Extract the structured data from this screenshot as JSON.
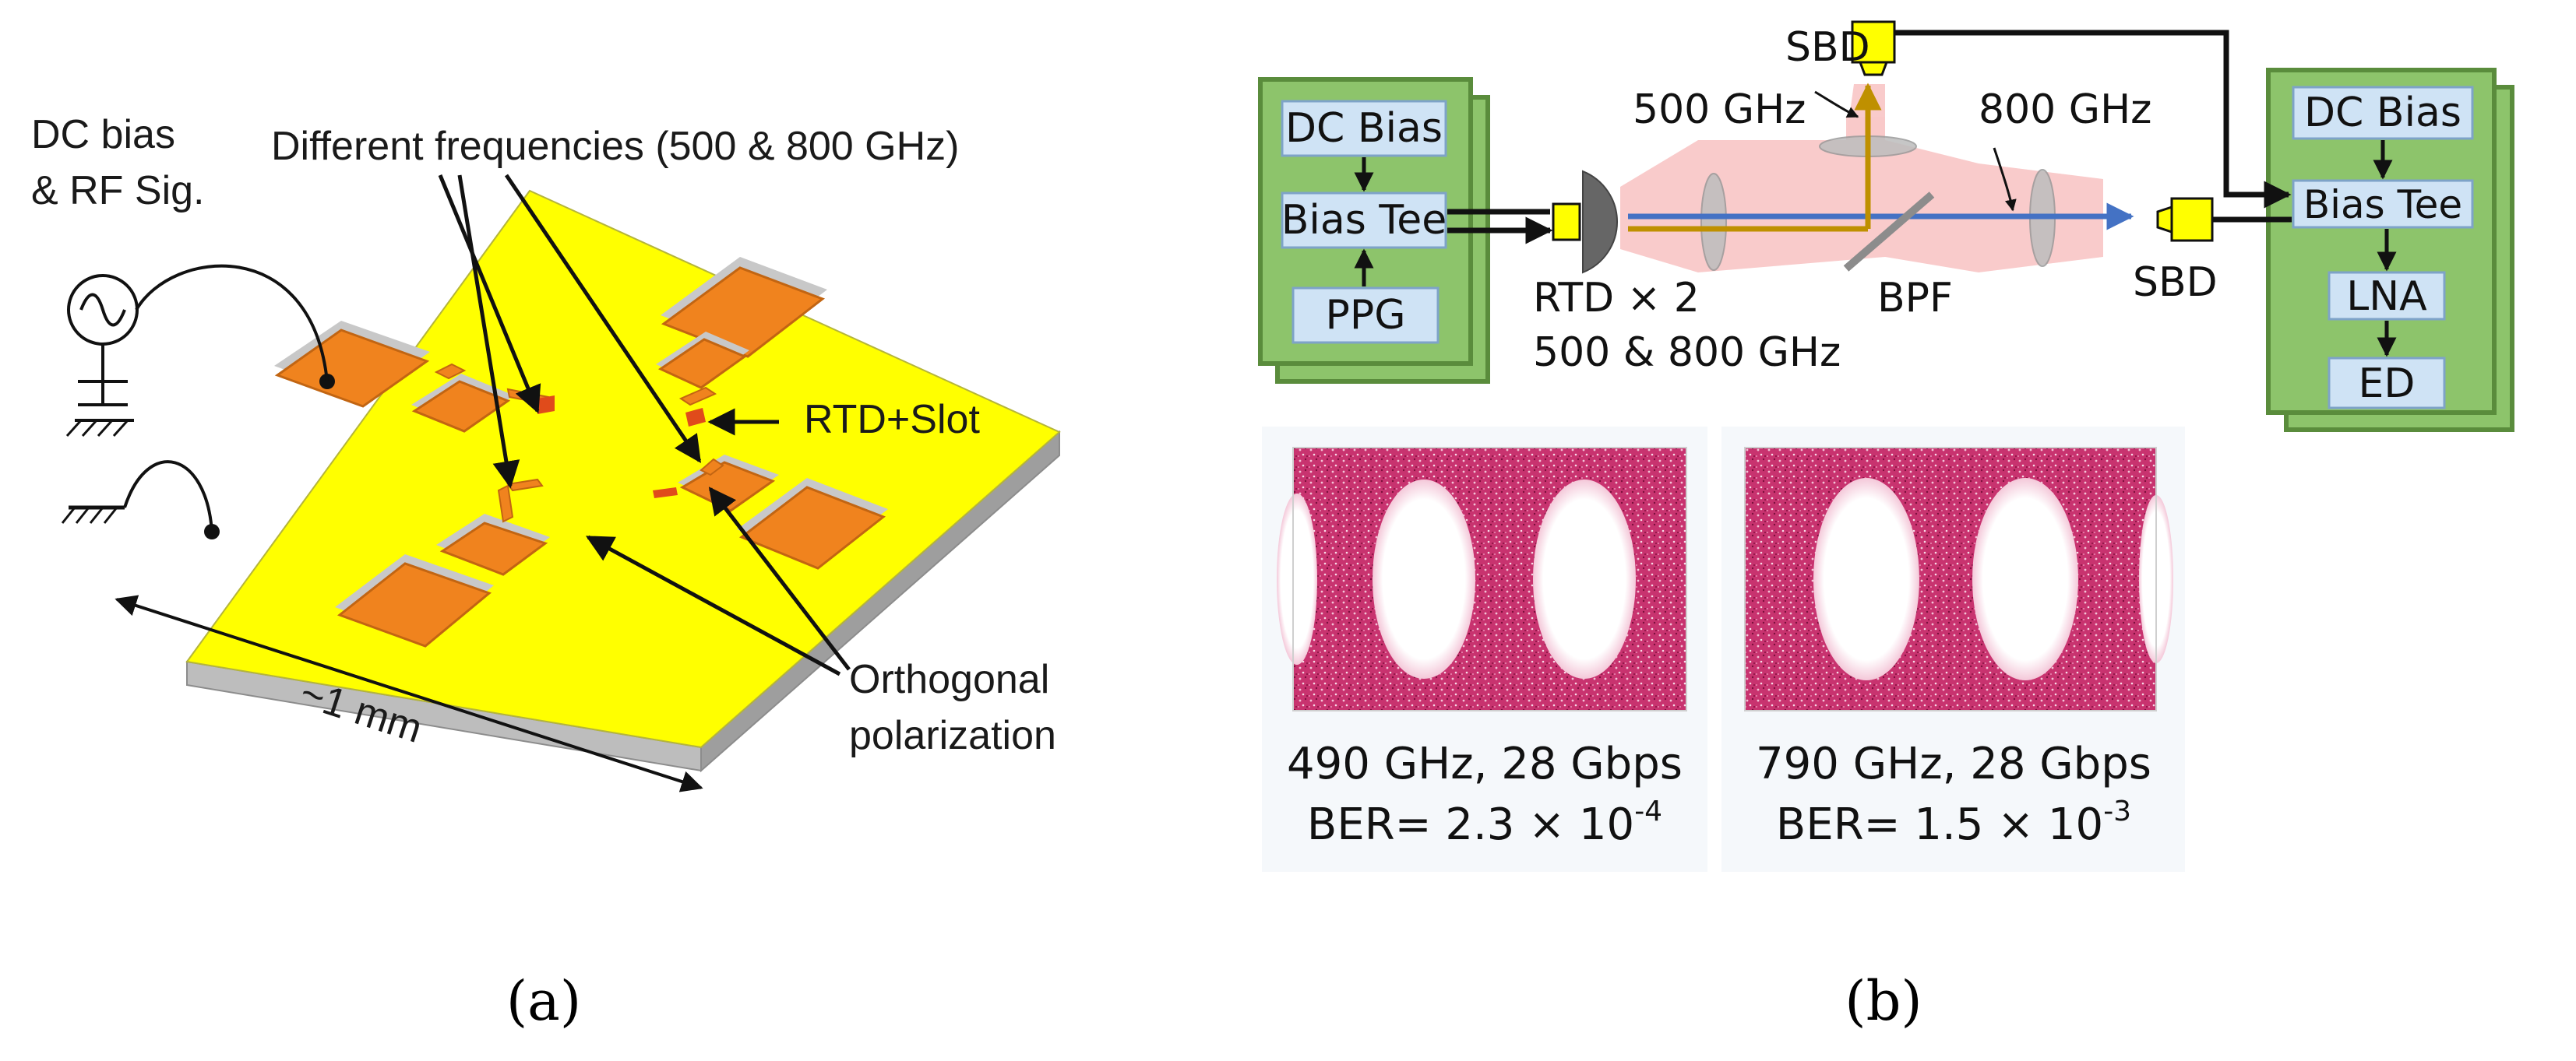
{
  "panel_a": {
    "caption": "(a)",
    "dc_bias_line1": "DC bias",
    "dc_bias_line2": "& RF Sig.",
    "freq_label": "Different frequencies (500 & 800 GHz)",
    "rtd_slot": "RTD+Slot",
    "orth_line1": "Orthogonal",
    "orth_line2": "polarization",
    "size": "~1 mm",
    "colors": {
      "substrate": "#ffff00",
      "pad": "#f0831e",
      "edge": "#bdbdbd"
    }
  },
  "panel_b": {
    "caption": "(b)",
    "tx": {
      "dc_bias": "DC Bias",
      "bias_tee": "Bias Tee",
      "ppg": "PPG"
    },
    "rx": {
      "dc_bias": "DC Bias",
      "bias_tee": "Bias Tee",
      "lna": "LNA",
      "ed": "ED"
    },
    "sbd_top": "SBD",
    "sbd_right": "SBD",
    "f500": "500 GHz",
    "f800": "800 GHz",
    "rtd_line1": "RTD × 2",
    "rtd_line2": "500 & 800 GHz",
    "bpf": "BPF",
    "eye1": {
      "line1": "490 GHz, 28 Gbps",
      "ber_prefix": "BER= 2.3 × 10",
      "ber_exp": "-4"
    },
    "eye2": {
      "line1": "790 GHz, 28 Gbps",
      "ber_prefix": "BER= 1.5 × 10",
      "ber_exp": "-3"
    },
    "colors": {
      "box_fill": "#8dc46b",
      "box_edge": "#5a8c3c",
      "inner": "#cfe3f5",
      "beam": "#f9c8c8",
      "path_800": "#4472c4",
      "path_500": "#bf9000",
      "sbd": "#ffff00",
      "eye": "#c2185b"
    }
  }
}
